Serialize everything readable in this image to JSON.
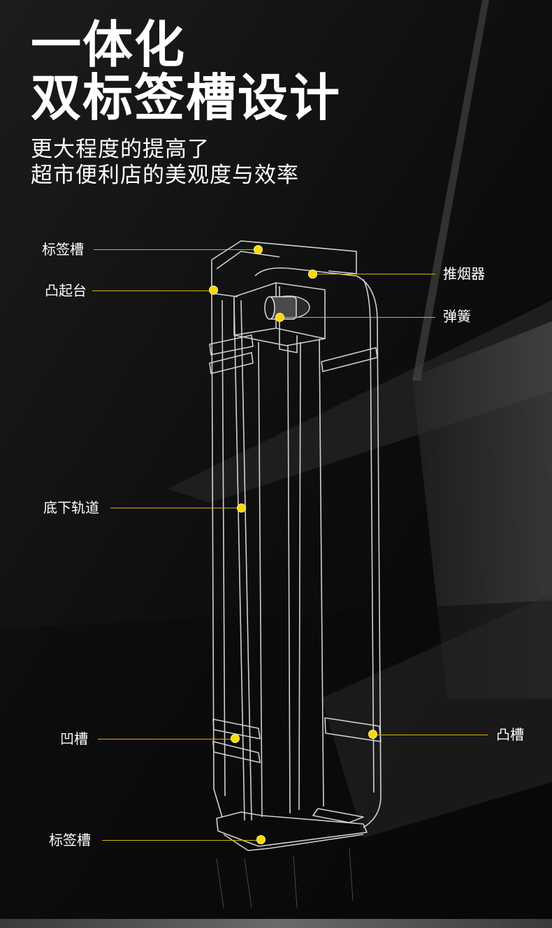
{
  "heading": {
    "line1": "一体化",
    "line2": "双标签槽设计"
  },
  "subheading": {
    "line1": "更大程度的提高了",
    "line2": "超市便利店的美观度与效率"
  },
  "callouts": [
    {
      "id": "label-slot-top",
      "text": "标签槽",
      "side": "left"
    },
    {
      "id": "raised-platform",
      "text": "凸起台",
      "side": "left"
    },
    {
      "id": "cigarette-pusher",
      "text": "推烟器",
      "side": "right"
    },
    {
      "id": "spring",
      "text": "弹簧",
      "side": "right"
    },
    {
      "id": "bottom-rail",
      "text": "底下轨道",
      "side": "left"
    },
    {
      "id": "groove",
      "text": "凹槽",
      "side": "left"
    },
    {
      "id": "tongue",
      "text": "凸槽",
      "side": "right"
    },
    {
      "id": "label-slot-bottom",
      "text": "标签槽",
      "side": "left"
    }
  ],
  "colors": {
    "accent": "#ffd800",
    "background": "#0b0b0b",
    "text": "#ffffff"
  }
}
